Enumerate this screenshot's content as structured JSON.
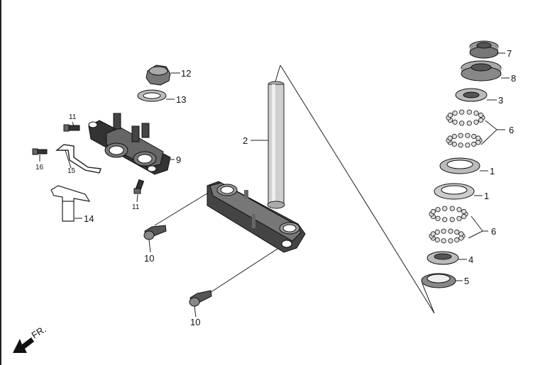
{
  "diagram": {
    "callouts": {
      "c1a": "1",
      "c1b": "1",
      "c2": "2",
      "c3": "3",
      "c4": "4",
      "c5": "5",
      "c6a": "6",
      "c6b": "6",
      "c7": "7",
      "c8": "8",
      "c9": "9",
      "c10a": "10",
      "c10b": "10",
      "c11a": "11",
      "c11b": "11",
      "c12": "12",
      "c13": "13",
      "c14": "14",
      "c15": "15",
      "c16": "16"
    },
    "direction_label": "FR."
  }
}
